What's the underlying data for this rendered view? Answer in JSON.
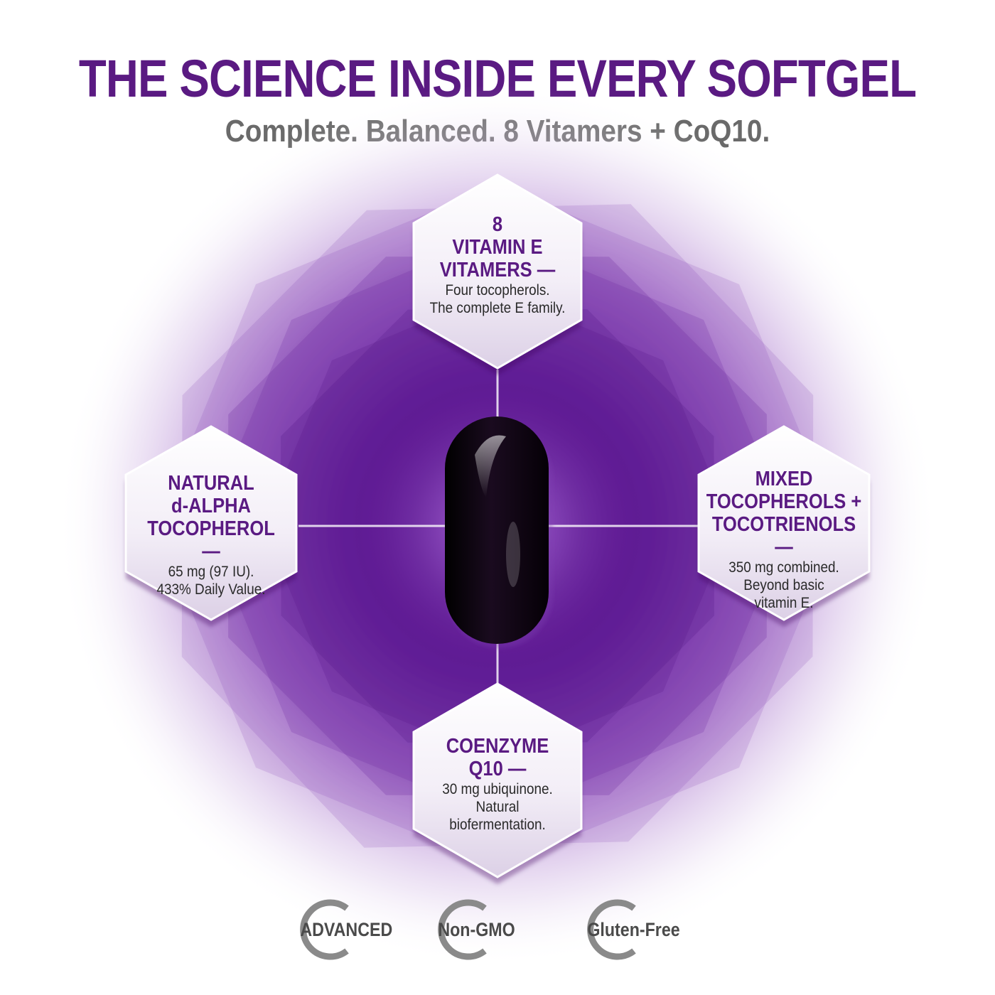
{
  "title": "THE SCIENCE INSIDE EVERY SOFTGEL",
  "subtitle": "Complete. Balanced. 8 Vitamers + CoQ10.",
  "colors": {
    "brand_purple": "#5a1a82",
    "glow_purple": "#6a1fa0",
    "softgel": "#0d0410",
    "subtitle_gray": "#6a6a6a"
  },
  "hexagons": {
    "top": {
      "heading": [
        "8",
        "VITAMIN E",
        "VITAMERS —"
      ],
      "body": [
        "Four tocopherols.",
        "The complete E family."
      ]
    },
    "left": {
      "heading": [
        "NATURAL",
        "d-ALPHA",
        "TOCOPHEROL —"
      ],
      "body": [
        "65 mg (97 IU).",
        "433% Daily Value."
      ]
    },
    "right": {
      "heading": [
        "MIXED",
        "TOCOPHEROLS +",
        "TOCOTRIENOLS —"
      ],
      "body": [
        "350 mg combined.",
        "Beyond basic",
        "vitamin E."
      ]
    },
    "bottom": {
      "heading": [
        "COENZYME",
        "Q10 —"
      ],
      "body": [
        "30 mg ubiquinone.",
        "Natural",
        "biofermentation."
      ]
    }
  },
  "badges": [
    {
      "label": "ADVANCED",
      "icon": "c-ring-icon"
    },
    {
      "label": "Non-GMO",
      "icon": "c-ring-icon"
    },
    {
      "label": "Gluten-Free",
      "icon": "c-ring-icon"
    }
  ]
}
